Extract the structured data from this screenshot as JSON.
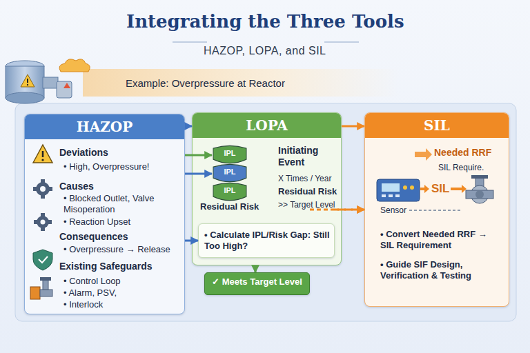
{
  "diagram": {
    "title": "Integrating the Three Tools",
    "nodes": [
      {
        "text": [
          "Example: Overpressure at Reactor"
        ]
      },
      {
        "text": [
          "HAZOP",
          "Deviations",
          "• High, Overpressure!",
          "Causes",
          "• Blocked Outlet, Valve Misoperation",
          "• Reaction Upset",
          "Consequences",
          "• Overpressure → Release",
          "Existing Safeguards",
          "• Control Loop",
          "• Alarm, PSV,",
          "• Interlock"
        ]
      },
      {
        "text": [
          "LOPA",
          "Initiating Event",
          "X Times / Year",
          "Residual Risk",
          ">> Target Level"
        ]
      },
      {
        "text": [
          "IPL"
        ],
        "in": 2
      },
      {
        "text": [
          "IPL"
        ],
        "in": 2
      },
      {
        "text": [
          "IPL"
        ],
        "in": 2
      },
      {
        "text": [
          "• Calculate IPL/Risk Gap: Still Too High?"
        ],
        "in": 2
      },
      {
        "text": [
          "✓ Meets Target Level"
        ]
      },
      {
        "text": [
          "SIL",
          "Needed RRF",
          "SIL Require.",
          "SIL",
          "Sensor",
          "• Convert Needed RRF → SIL Requirement",
          "• Guide SIF Design, Verification & Testing"
        ]
      }
    ],
    "edges": [
      {
        "from": 1,
        "to": 2,
        "arrow": "to"
      },
      {
        "from": 2,
        "to": 8,
        "arrow": "to"
      },
      {
        "from": 1,
        "to": 3,
        "arrow": "to"
      },
      {
        "from": 1,
        "to": 4,
        "arrow": "to"
      },
      {
        "from": 1,
        "to": 6,
        "arrow": "to"
      },
      {
        "from": 6,
        "to": 8,
        "arrow": "to"
      },
      {
        "from": 2,
        "to": 7,
        "arrow": "to"
      },
      {
        "from": 7,
        "to": 8,
        "arrow": "to"
      }
    ],
    "labels": [
      "HAZOP, LOPA, and SIL",
      "Residual Risk"
    ]
  }
}
